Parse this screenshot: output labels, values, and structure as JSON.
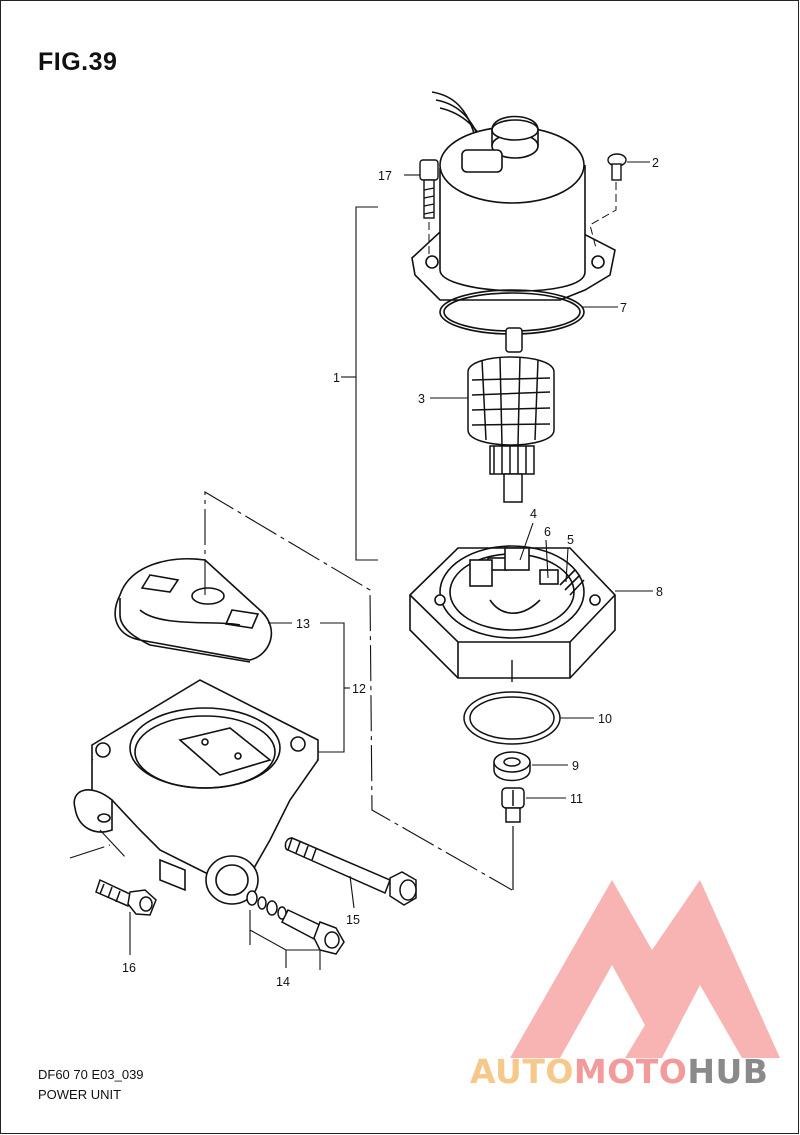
{
  "figure": {
    "title": "FIG.39",
    "code": "DF60 70 E03_039",
    "name": "POWER UNIT"
  },
  "callouts": [
    "1",
    "2",
    "3",
    "4",
    "5",
    "6",
    "7",
    "8",
    "9",
    "10",
    "11",
    "12",
    "13",
    "14",
    "15",
    "16",
    "17"
  ],
  "brand": {
    "prefix": "AUTO",
    "middle": "MOTO",
    "suffix": "HUB",
    "colors": {
      "prefix": "#f6c98a",
      "middle": "#f39a9a",
      "suffix": "#8a8a8a",
      "logo_triangle": "#f7a6a6"
    }
  }
}
